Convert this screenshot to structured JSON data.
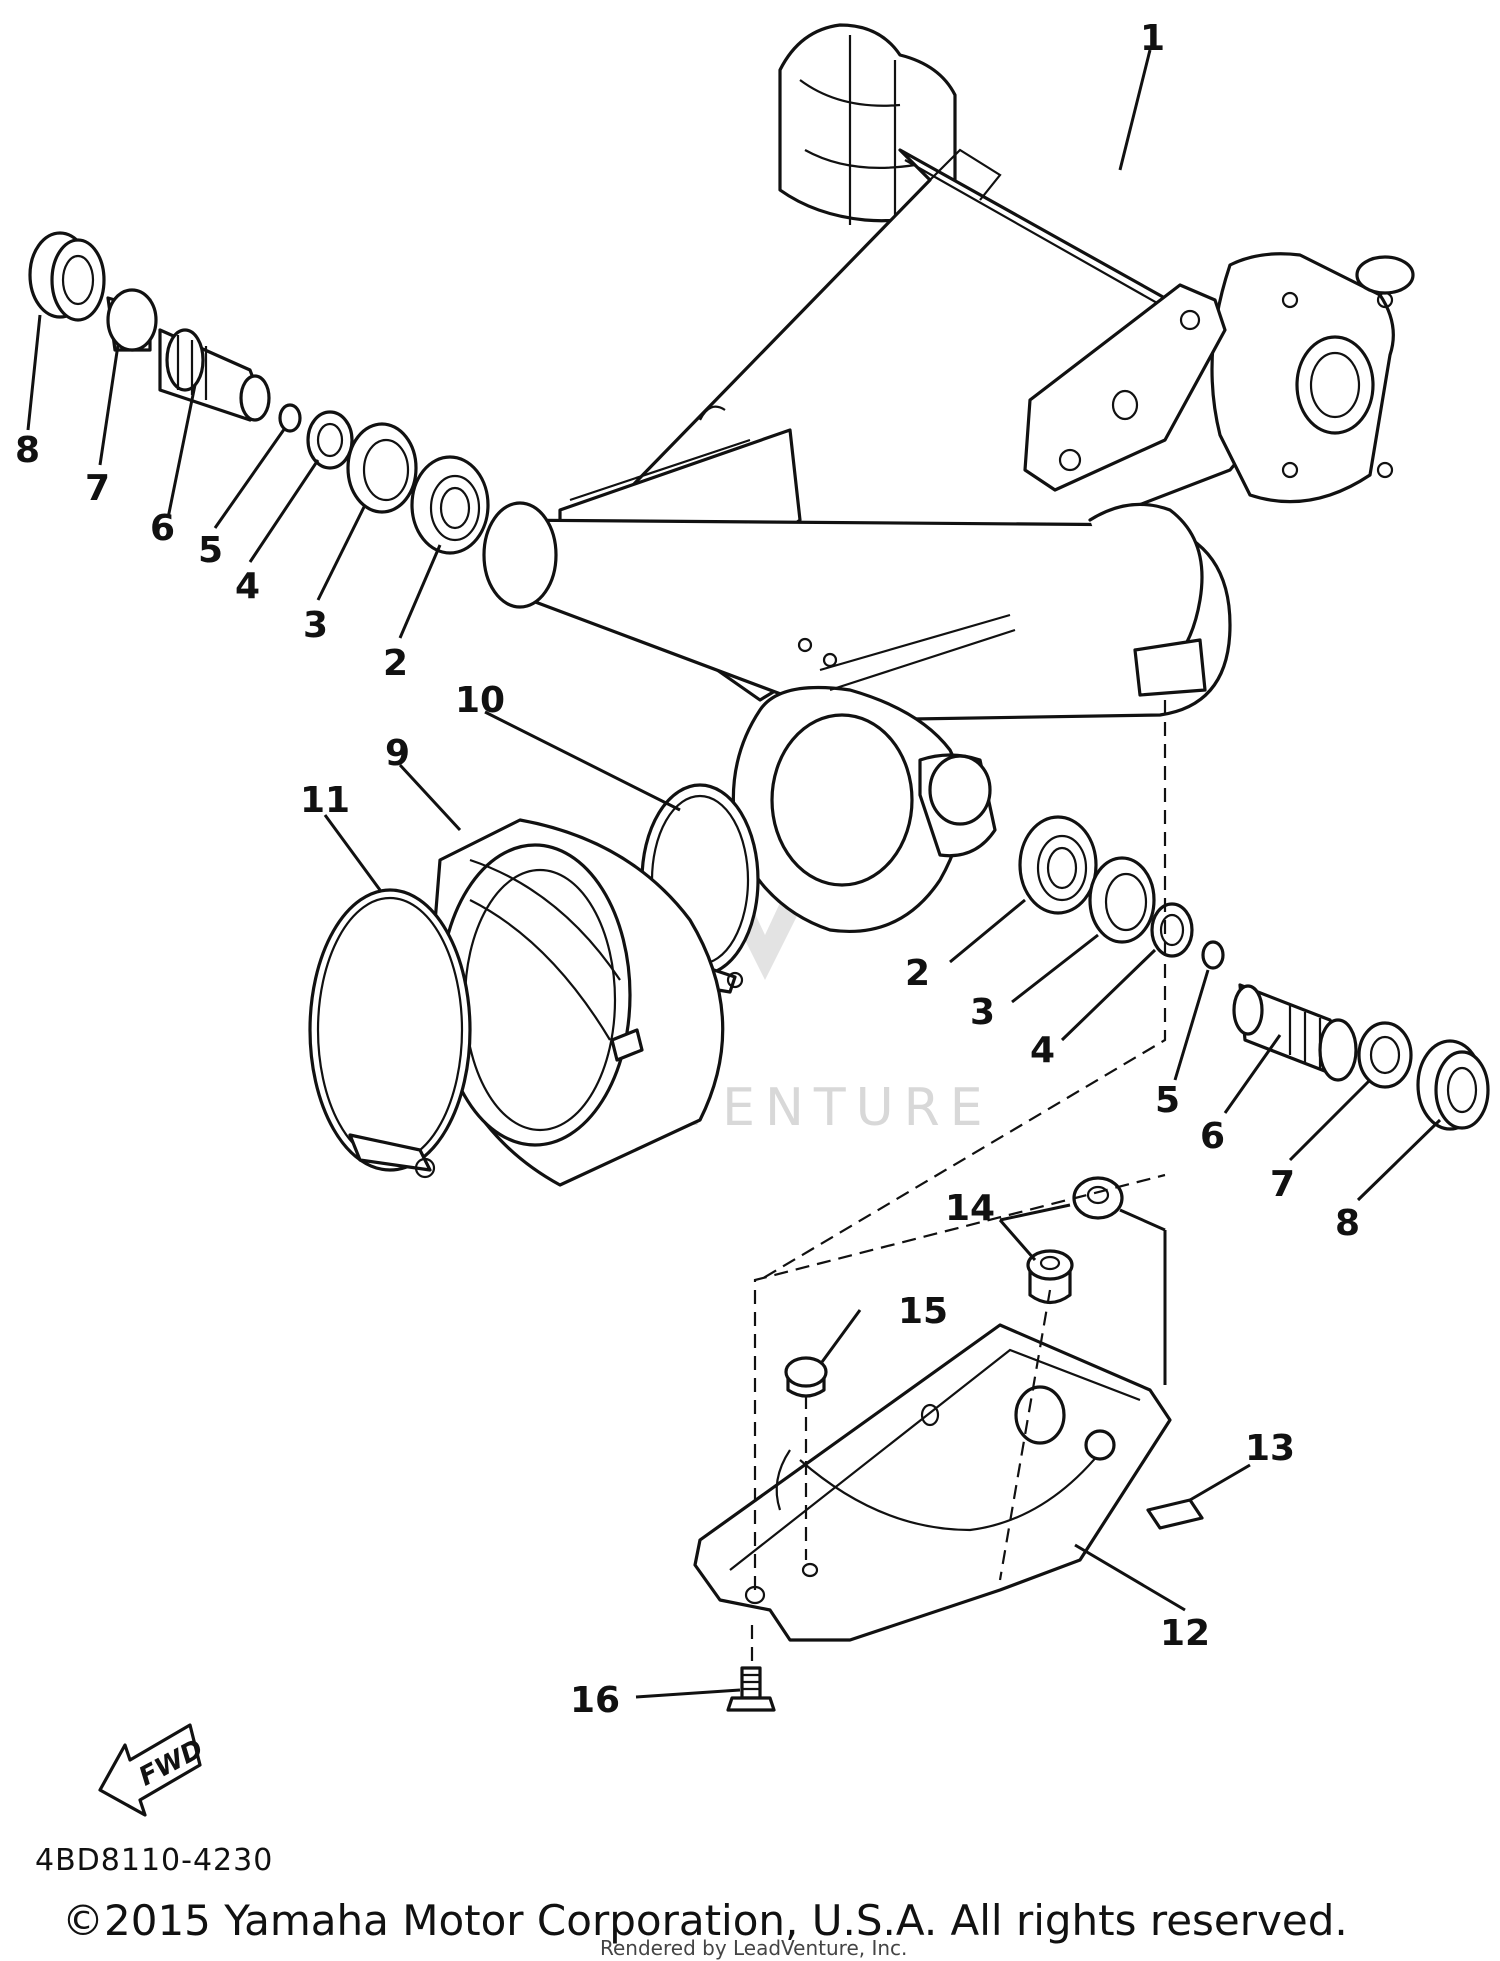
{
  "diagram": {
    "part_code": "4BD8110-4230",
    "copyright": "©2015 Yamaha Motor Corporation, U.S.A. All rights reserved.",
    "rendered_by": "Rendered by LeadVenture, Inc.",
    "watermark": "LEADVENTURE",
    "fwd_label": "FWD",
    "callouts": {
      "swingarm": "1",
      "bearing_left": "2",
      "seal_left": "3",
      "collar_left": "4",
      "oring_left": "5",
      "shaft_left": "6",
      "nut_left": "7",
      "cap_left": "8",
      "boot": "9",
      "ring": "10",
      "band": "11",
      "guard": "12",
      "pad": "13",
      "damper": "14",
      "grommet": "15",
      "bolt": "16",
      "bearing_right": "2",
      "seal_right": "3",
      "collar_right": "4",
      "oring_right": "5",
      "shaft_right": "6",
      "nut_right": "7",
      "cap_right": "8"
    }
  }
}
